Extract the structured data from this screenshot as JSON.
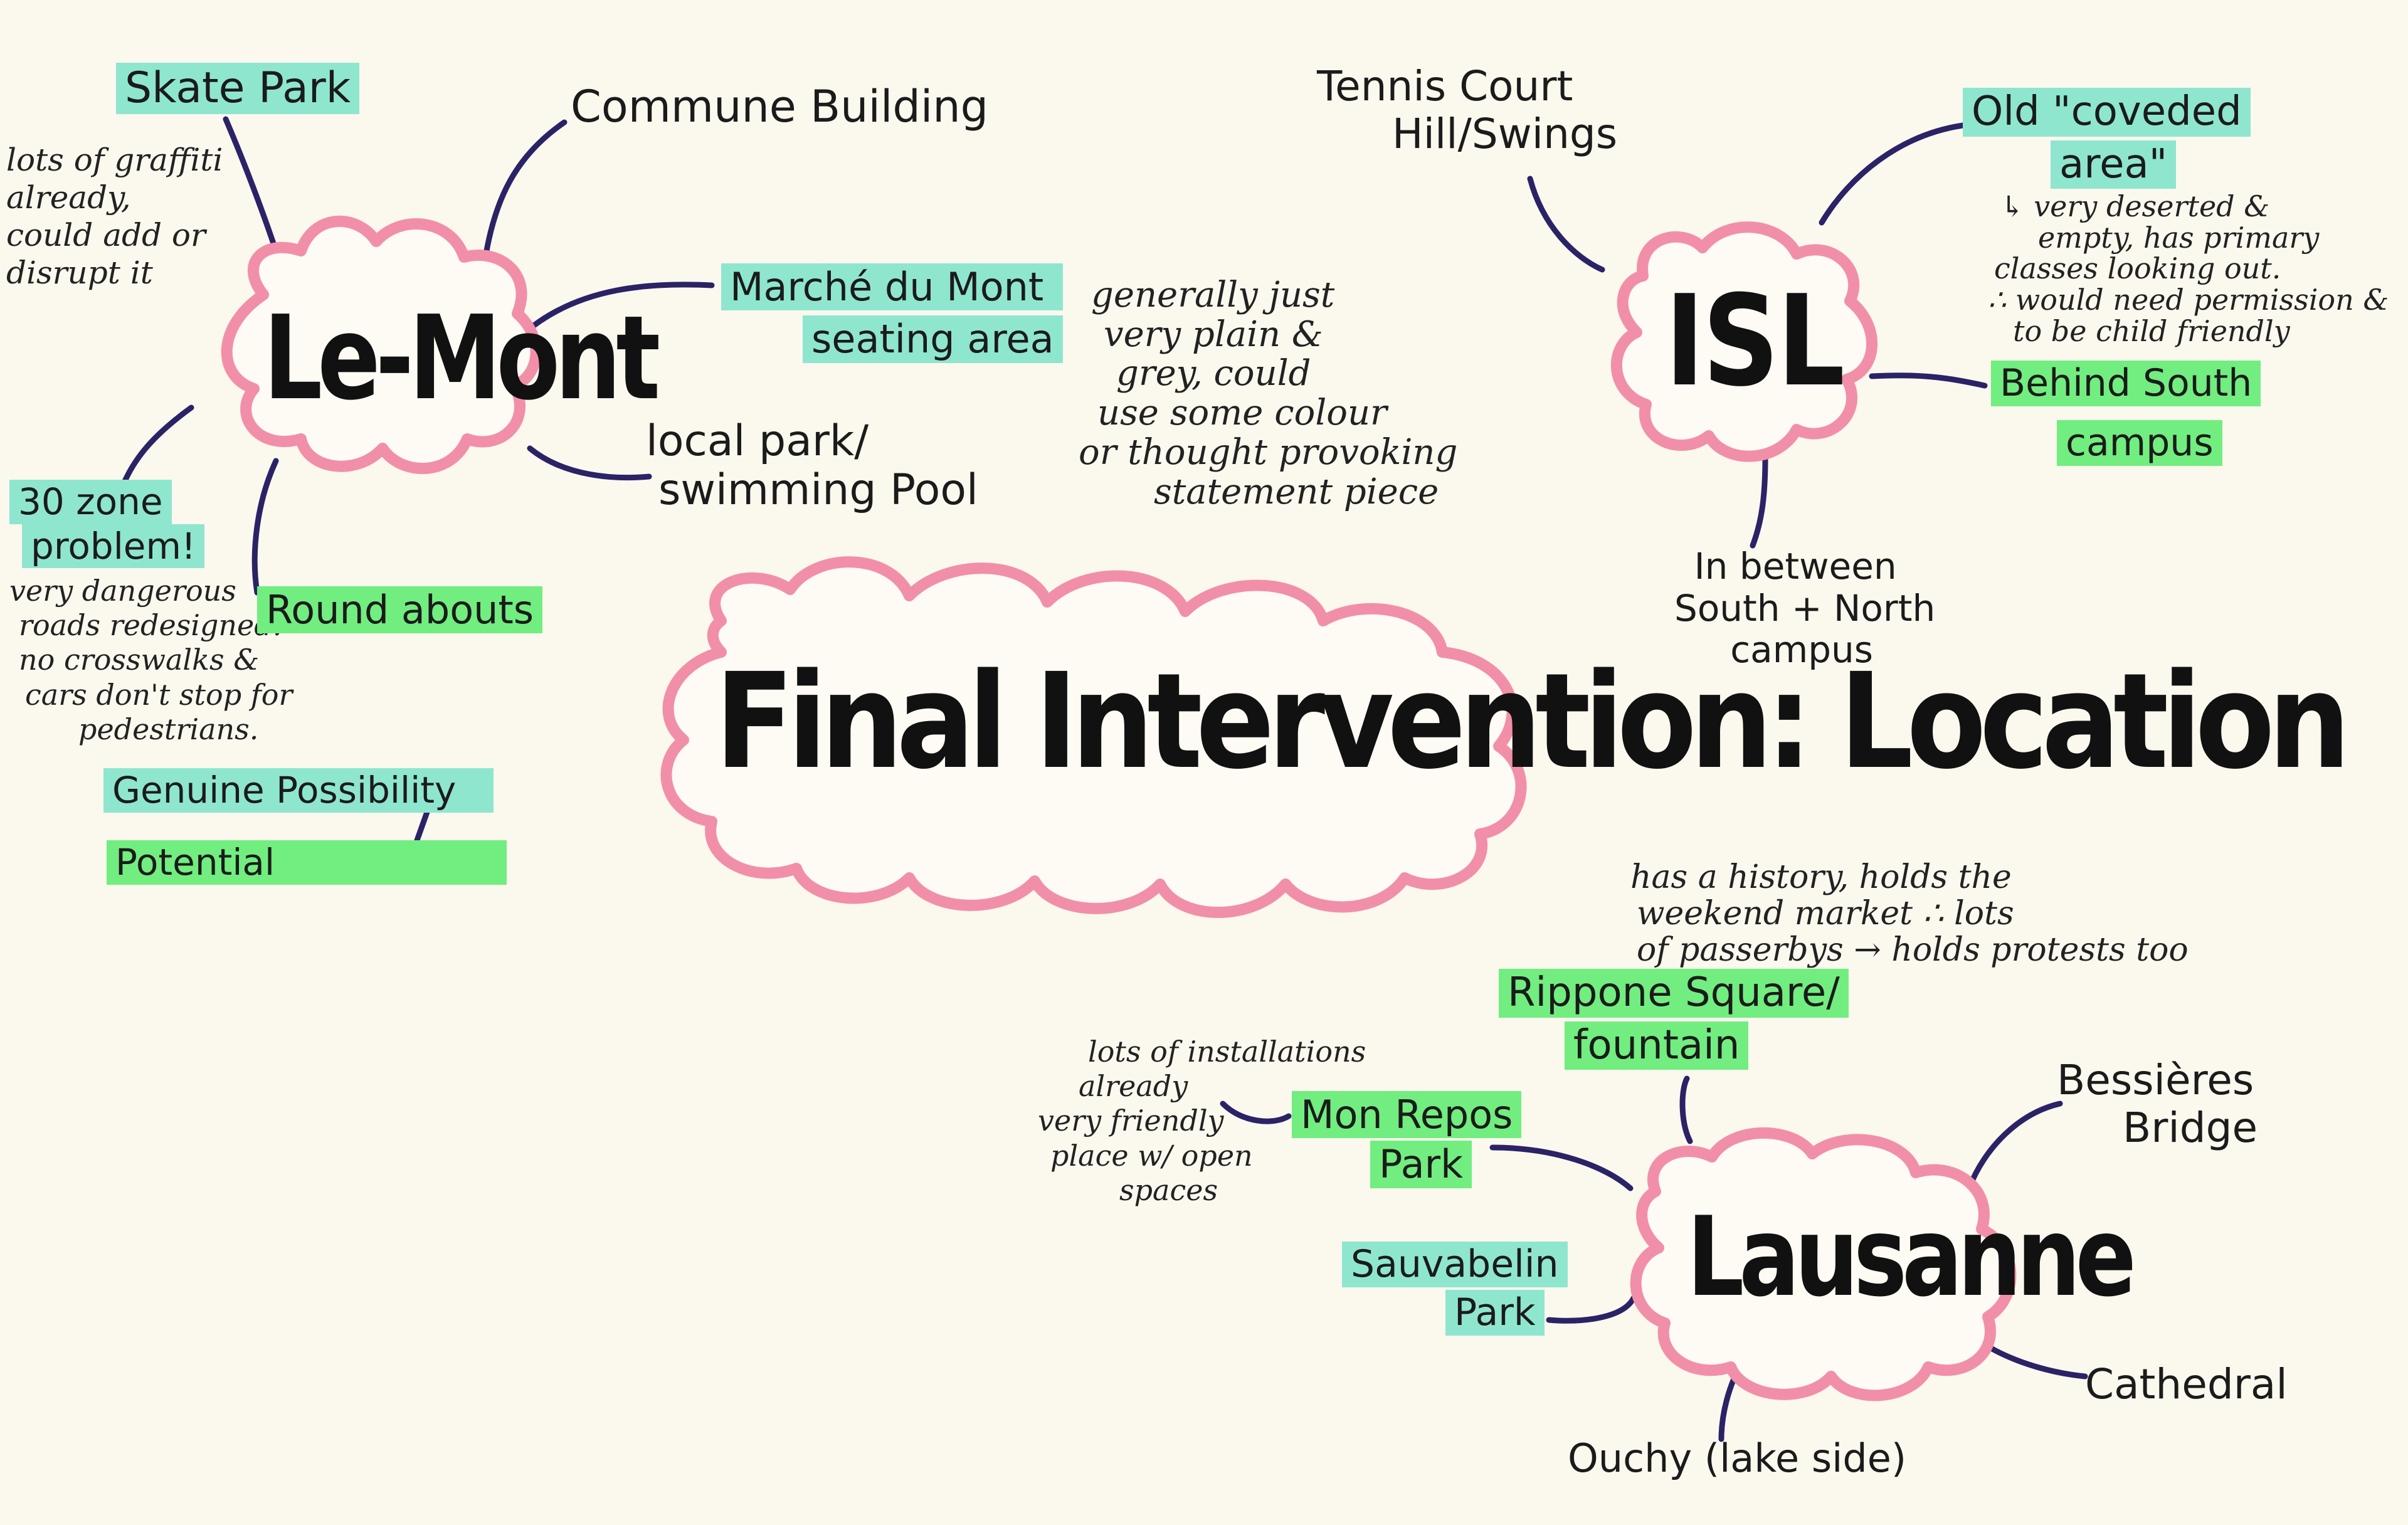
{
  "colors": {
    "cloud_stroke": "#f28fa8",
    "connector": "#2a2366",
    "teal_highlight": "#8fe6cf",
    "green_highlight": "#71ee7f",
    "paper": "#fbf8ee"
  },
  "title": "Final Intervention: Location",
  "hubs": {
    "lemont": "Le-Mont",
    "isl": "ISL",
    "lausanne": "Lausanne"
  },
  "lemont": {
    "skate_park": "Skate Park",
    "graffiti_note": [
      "lots of graffiti",
      "already,",
      "could add or",
      "disrupt it"
    ],
    "commune_building": "Commune Building",
    "marche": [
      "Marché du Mont",
      "seating area"
    ],
    "marche_note": [
      "generally just",
      "very plain &",
      "grey, could",
      "use some colour",
      "or thought provoking",
      "statement piece"
    ],
    "local_park": [
      "local park/",
      "swimming Pool"
    ],
    "zone30": [
      "30 zone",
      "problem!"
    ],
    "zone30_note": [
      "very dangerous",
      "roads redesigned.",
      "no crosswalks &",
      "cars don't stop for",
      "pedestrians."
    ],
    "roundabouts": "Round abouts",
    "genuine": "Genuine Possibility",
    "potential": "Potential"
  },
  "isl": {
    "tennis": [
      "Tennis Court",
      "Hill/Swings"
    ],
    "covered": [
      "Old \"coveded",
      "area\""
    ],
    "covered_note": [
      "↳ very deserted &",
      "empty, has primary",
      "classes looking out.",
      "∴ would need permission &",
      "to be child friendly"
    ],
    "behind": [
      "Behind South",
      "campus"
    ],
    "between": [
      "In between",
      "South + North",
      "campus"
    ]
  },
  "lausanne": {
    "history_note": [
      "has a history, holds the",
      "weekend market ∴ lots",
      "of passerbys → holds protests too"
    ],
    "rippone": [
      "Rippone Square/",
      "fountain"
    ],
    "installations_note": [
      "lots of installations",
      "already",
      "very friendly",
      "place w/ open",
      "spaces"
    ],
    "mon_repos": [
      "Mon Repos",
      "Park"
    ],
    "bessieres": [
      "Bessières",
      "Bridge"
    ],
    "sauvabelin": [
      "Sauvabelin",
      "Park"
    ],
    "cathedral": "Cathedral",
    "ouchy": "Ouchy (lake side)"
  }
}
